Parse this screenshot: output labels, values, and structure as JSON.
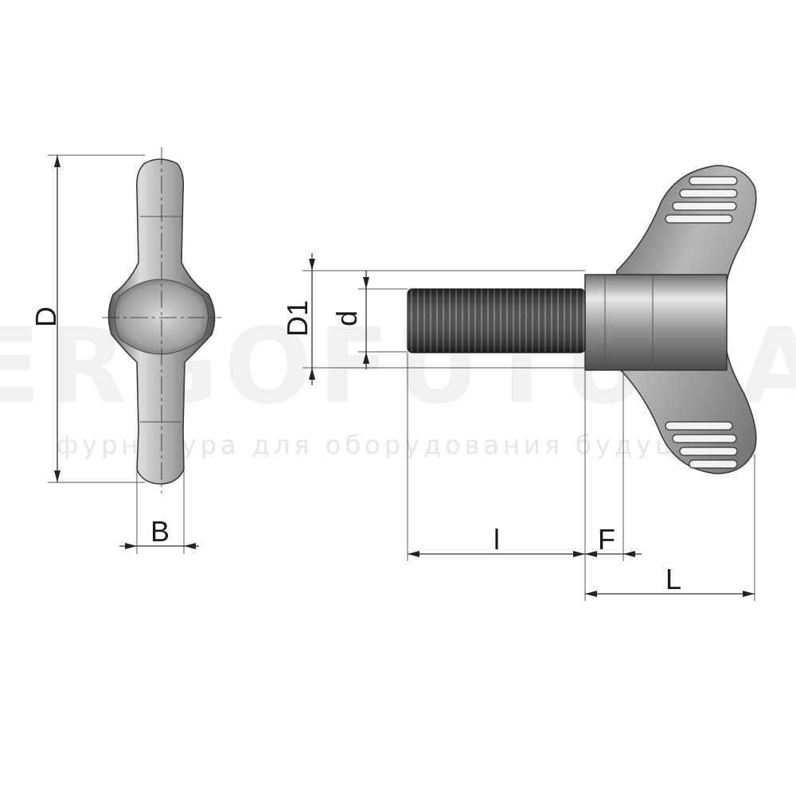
{
  "watermark": {
    "brand": "ERGOFUTURA",
    "tagline": "фурнитура для оборудования будущего"
  },
  "dimensions": {
    "D": "D",
    "B": "B",
    "D1": "D1",
    "d": "d",
    "l": "l",
    "F": "F",
    "L": "L"
  }
}
